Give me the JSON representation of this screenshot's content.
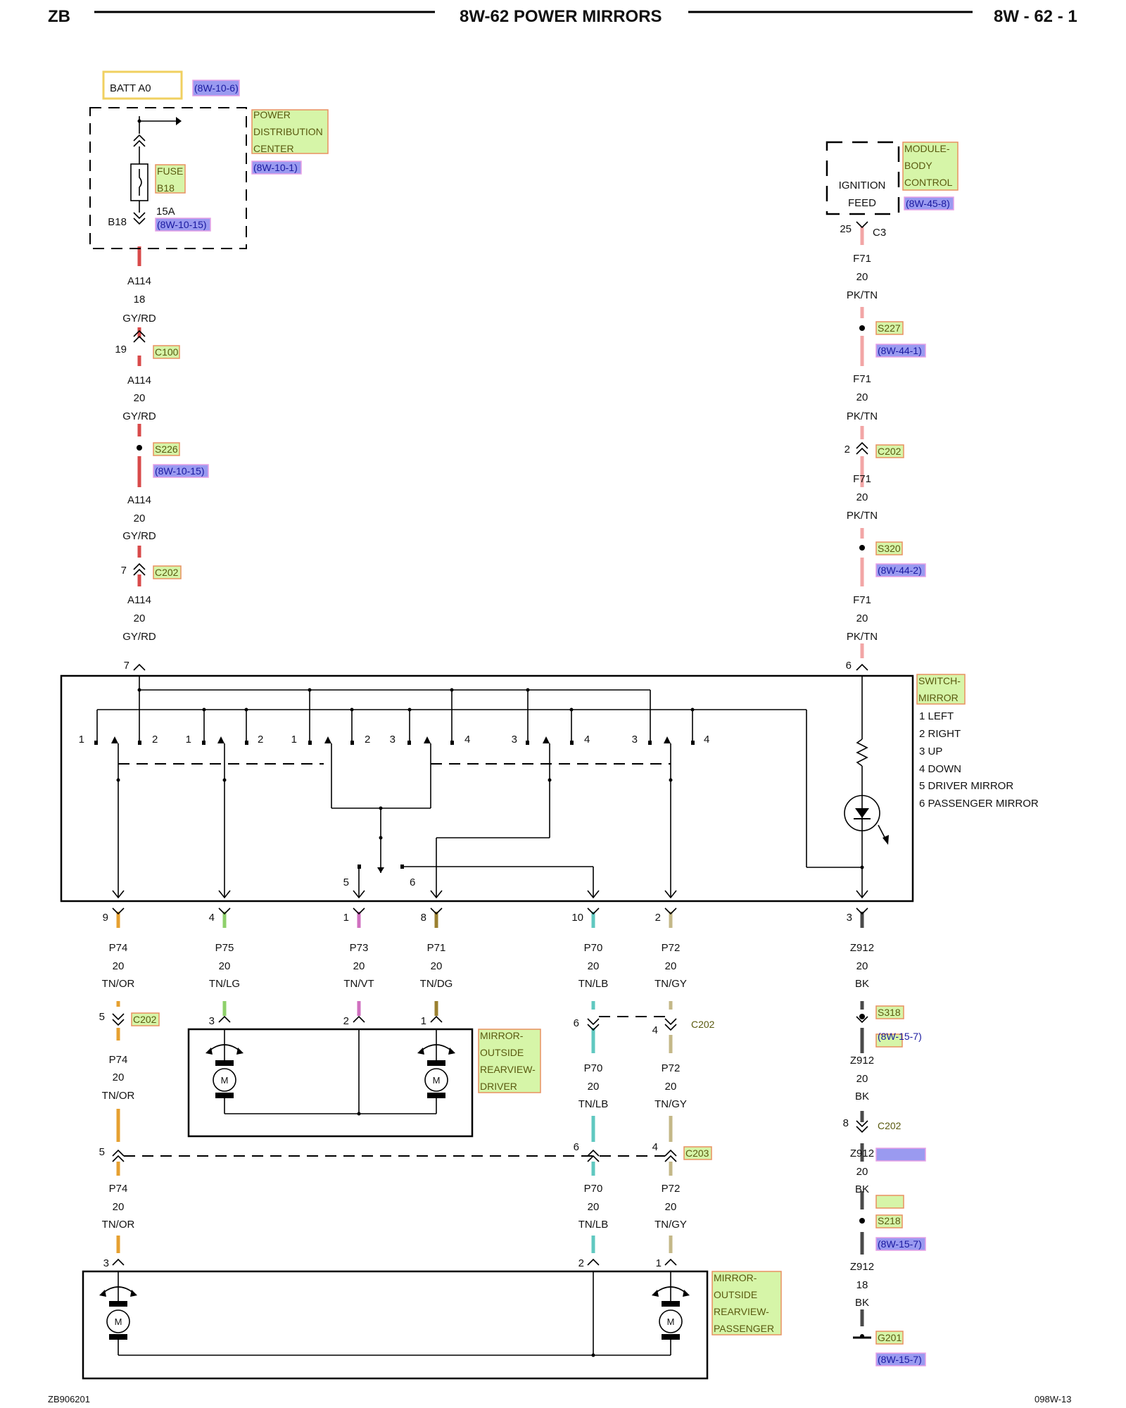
{
  "header": {
    "left": "ZB",
    "title": "8W-62 POWER MIRRORS",
    "right": "8W - 62 - 1"
  },
  "footer": {
    "left": "ZB906201",
    "right": "098W-13"
  },
  "colors": {
    "gy_rd": "#d84a4a",
    "pk_tn": "#f2a6a6",
    "tn_or": "#e6a030",
    "tn_lg": "#8ed06a",
    "tn_vt": "#d070c0",
    "tn_dg": "#9a8030",
    "tn_lb": "#60c8c0",
    "tn_gy": "#c4b888",
    "bk": "#4a4a4a",
    "label_fill": "#d6f5a8",
    "ref_fill": "#9a9af0"
  },
  "labels": [
    {
      "text": "POWER",
      "kind": "lbl"
    },
    {
      "text": "DISTRIBUTION",
      "kind": "lbl"
    },
    {
      "text": "CENTER",
      "kind": "lbl"
    },
    {
      "text": "(8W-10-1)",
      "kind": "ref"
    },
    {
      "text": "FUSE",
      "kind": "lbl"
    },
    {
      "text": "B18",
      "kind": "lbl"
    },
    {
      "text": "(8W-10-15)",
      "kind": "ref"
    },
    {
      "text": "C100",
      "kind": "lbl"
    },
    {
      "text": "S226",
      "kind": "lbl"
    },
    {
      "text": "(8W-10-15)",
      "kind": "ref"
    },
    {
      "text": "C202",
      "kind": "lbl"
    },
    {
      "text": "MODULE-",
      "kind": "lbl"
    },
    {
      "text": "BODY",
      "kind": "lbl"
    },
    {
      "text": "CONTROL",
      "kind": "lbl"
    },
    {
      "text": "(8W-45-8)",
      "kind": "ref"
    },
    {
      "text": "S227",
      "kind": "lbl"
    },
    {
      "text": "(8W-44-1)",
      "kind": "ref"
    },
    {
      "text": "C202",
      "kind": "lbl"
    },
    {
      "text": "S320",
      "kind": "lbl"
    },
    {
      "text": "(8W-44-2)",
      "kind": "ref"
    },
    {
      "text": "SWITCH-",
      "kind": "lbl"
    },
    {
      "text": "MIRROR",
      "kind": "lbl"
    },
    {
      "text": "C202",
      "kind": "lbl"
    },
    {
      "text": "C202",
      "kind": "lbl"
    },
    {
      "text": "C203",
      "kind": "lbl"
    },
    {
      "text": "MIRROR-",
      "kind": "lbl"
    },
    {
      "text": "OUTSIDE",
      "kind": "lbl"
    },
    {
      "text": "REARVIEW-",
      "kind": "lbl"
    },
    {
      "text": "DRIVER",
      "kind": "lbl"
    },
    {
      "text": "MIRROR-",
      "kind": "lbl"
    },
    {
      "text": "OUTSIDE",
      "kind": "lbl"
    },
    {
      "text": "REARVIEW-",
      "kind": "lbl"
    },
    {
      "text": "PASSENGER",
      "kind": "lbl"
    },
    {
      "text": "S318",
      "kind": "lbl"
    },
    {
      "text": "(8W-15-7)",
      "kind": "ref"
    },
    {
      "text": "C202",
      "kind": "lbl"
    },
    {
      "text": "S218",
      "kind": "lbl"
    },
    {
      "text": "(8W-15-7)",
      "kind": "ref"
    },
    {
      "text": "G201",
      "kind": "lbl"
    },
    {
      "text": "(8W-15-7)",
      "kind": "ref"
    },
    {
      "text": "BATT A0",
      "kind": "plain"
    },
    {
      "text": "(8W-10-6)",
      "kind": "ref"
    }
  ],
  "texts": [
    "15A",
    "B18",
    "A114",
    "18",
    "GY/RD",
    "19",
    "A114",
    "20",
    "GY/RD",
    "A114",
    "20",
    "GY/RD",
    "7",
    "A114",
    "20",
    "GY/RD",
    "7",
    "IGNITION",
    "FEED",
    "25",
    "C3",
    "F71",
    "20",
    "PK/TN",
    "F71",
    "20",
    "PK/TN",
    "2",
    "F71",
    "20",
    "PK/TN",
    "F71",
    "20",
    "PK/TN",
    "6",
    "1 LEFT",
    "2 RIGHT",
    "3 UP",
    "4 DOWN",
    "5 DRIVER MIRROR",
    "6 PASSENGER MIRROR",
    "1",
    "2",
    "1",
    "2",
    "1",
    "2",
    "3",
    "4",
    "3",
    "4",
    "3",
    "4",
    "5",
    "6",
    "9",
    "4",
    "1",
    "8",
    "10",
    "2",
    "3",
    "P74",
    "20",
    "TN/OR",
    "P75",
    "20",
    "TN/LG",
    "P73",
    "20",
    "TN/VT",
    "P71",
    "20",
    "TN/DG",
    "P70",
    "20",
    "TN/LB",
    "P72",
    "20",
    "TN/GY",
    "Z912",
    "20",
    "BK",
    "5",
    "3",
    "2",
    "1",
    "6",
    "4",
    "P74",
    "20",
    "TN/OR",
    "P70",
    "20",
    "TN/LB",
    "P72",
    "20",
    "TN/GY",
    "Z912",
    "20",
    "BK",
    "8",
    "5",
    "6",
    "4",
    "Z912",
    "20",
    "BK",
    "P74",
    "20",
    "TN/OR",
    "P70",
    "20",
    "TN/LB",
    "P72",
    "20",
    "TN/GY",
    "Z912",
    "18",
    "BK",
    "3",
    "2",
    "1",
    "M",
    "M",
    "M",
    "M"
  ]
}
